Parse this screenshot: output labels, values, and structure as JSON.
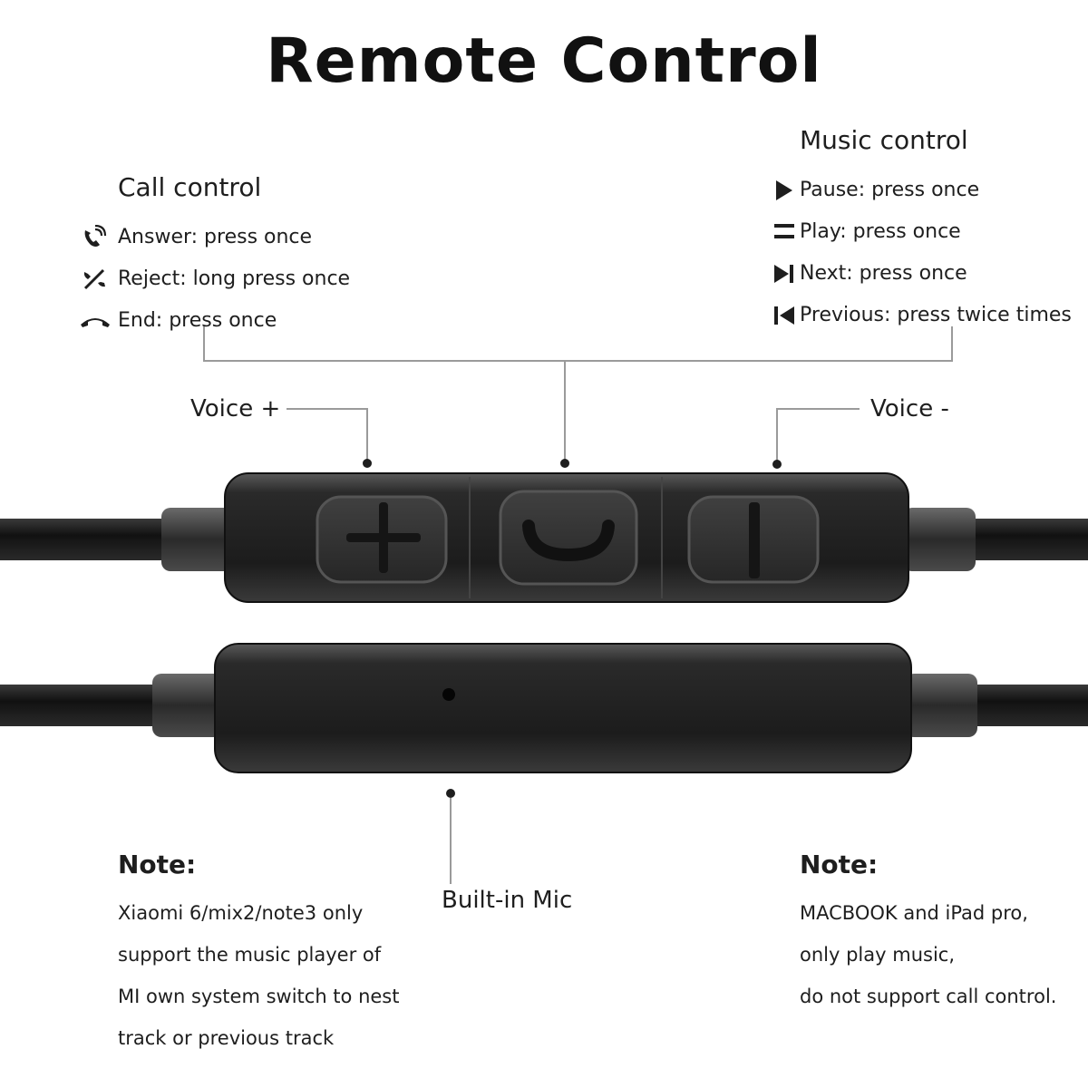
{
  "title": "Remote Control",
  "call_control": {
    "heading": "Call control",
    "items": [
      {
        "label": "Answer: press once",
        "icon": "phone-ringing-icon"
      },
      {
        "label": "Reject: long press once",
        "icon": "phone-reject-icon"
      },
      {
        "label": "End: press once",
        "icon": "phone-hangup-icon"
      }
    ]
  },
  "music_control": {
    "heading": "Music control",
    "items": [
      {
        "label": "Pause: press once",
        "icon": "play-icon"
      },
      {
        "label": "Play: press once",
        "icon": "pause-icon"
      },
      {
        "label": "Next: press once",
        "icon": "next-track-icon"
      },
      {
        "label": "Previous: press twice times",
        "icon": "previous-track-icon"
      }
    ]
  },
  "buttons": {
    "voice_plus": "Voice +",
    "voice_minus": "Voice -",
    "mic": "Built-in Mic"
  },
  "notes": {
    "left": {
      "heading": "Note:",
      "lines": [
        "Xiaomi 6/mix2/note3 only",
        "support the music player of",
        "MI own system switch to nest",
        "track or previous track"
      ]
    },
    "right": {
      "heading": "Note:",
      "lines": [
        "MACBOOK and iPad pro,",
        "only play music,",
        "do not support call control."
      ]
    }
  }
}
